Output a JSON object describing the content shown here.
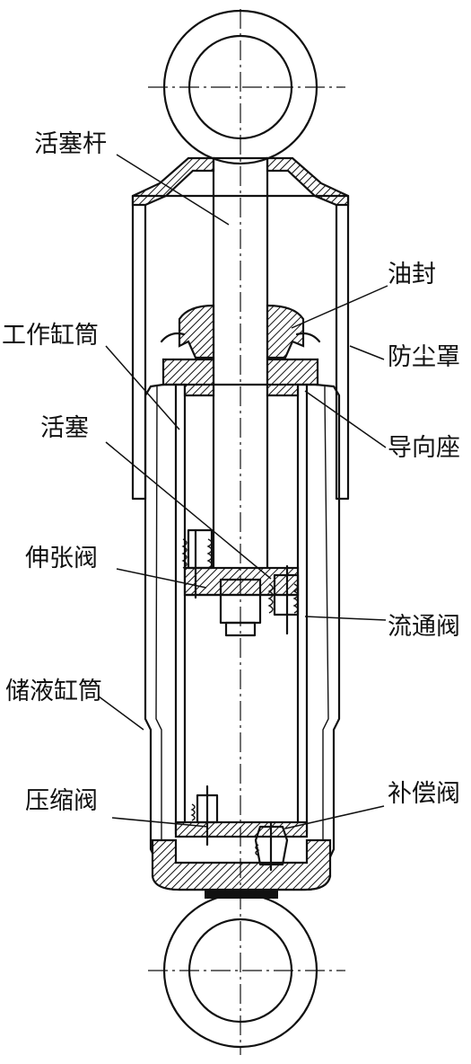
{
  "labels": {
    "piston_rod": "活塞杆",
    "oil_seal": "油封",
    "working_cylinder": "工作缸筒",
    "dust_cover": "防尘罩",
    "guide_seat": "导向座",
    "piston": "活塞",
    "extension_valve": "伸张阀",
    "flow_valve": "流通阀",
    "reservoir_cylinder": "储液缸筒",
    "compression_valve": "压缩阀",
    "compensation_valve": "补偿阀"
  }
}
